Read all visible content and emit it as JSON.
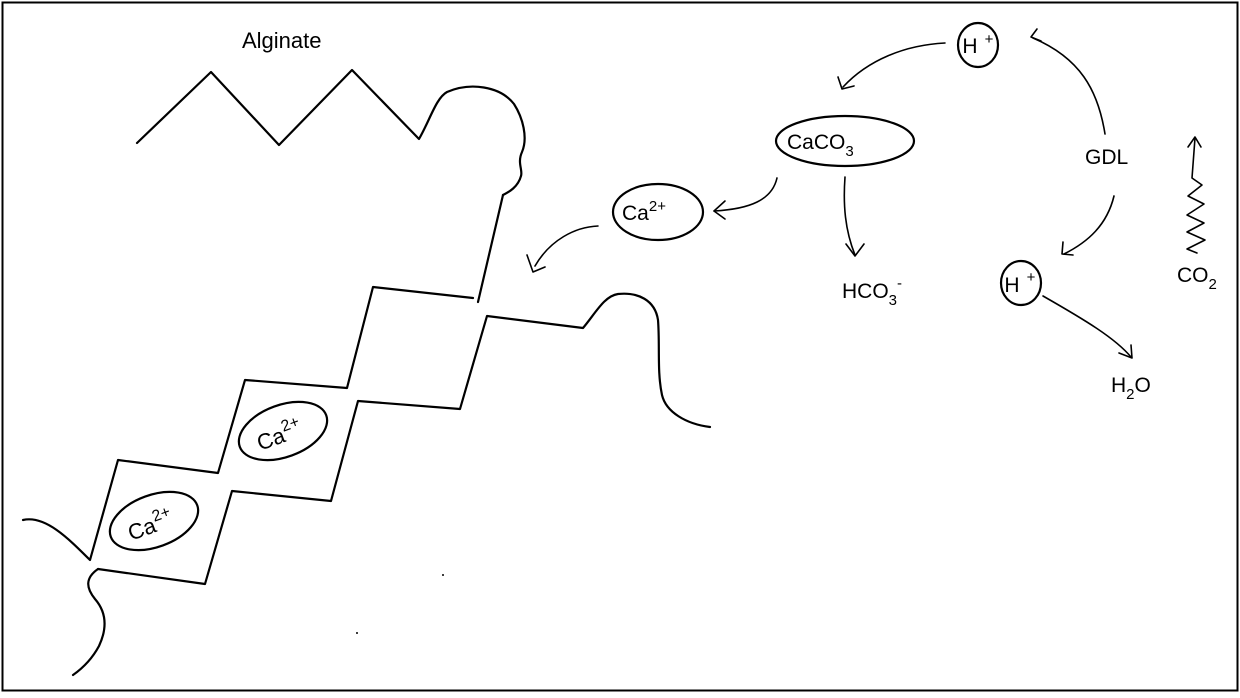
{
  "title": "Alginate",
  "species": {
    "h_top": {
      "base": "H",
      "sup": "+"
    },
    "h_mid": {
      "base": "H",
      "sup": "+"
    },
    "caco3": {
      "base": "CaCO",
      "sub": "3"
    },
    "ca_free": {
      "base": "Ca",
      "sup": "2+"
    },
    "ca_chain_upper": {
      "base": "Ca",
      "sup": "2+"
    },
    "ca_chain_lower": {
      "base": "Ca",
      "sup": "2+"
    },
    "gdl": {
      "base": "GDL"
    },
    "hco3": {
      "base": "HCO",
      "sub": "3",
      "sup": "-"
    },
    "co2": {
      "base": "CO",
      "sub": "2"
    },
    "h2o": {
      "base": "H",
      "sub": "2",
      "post": "O"
    }
  }
}
